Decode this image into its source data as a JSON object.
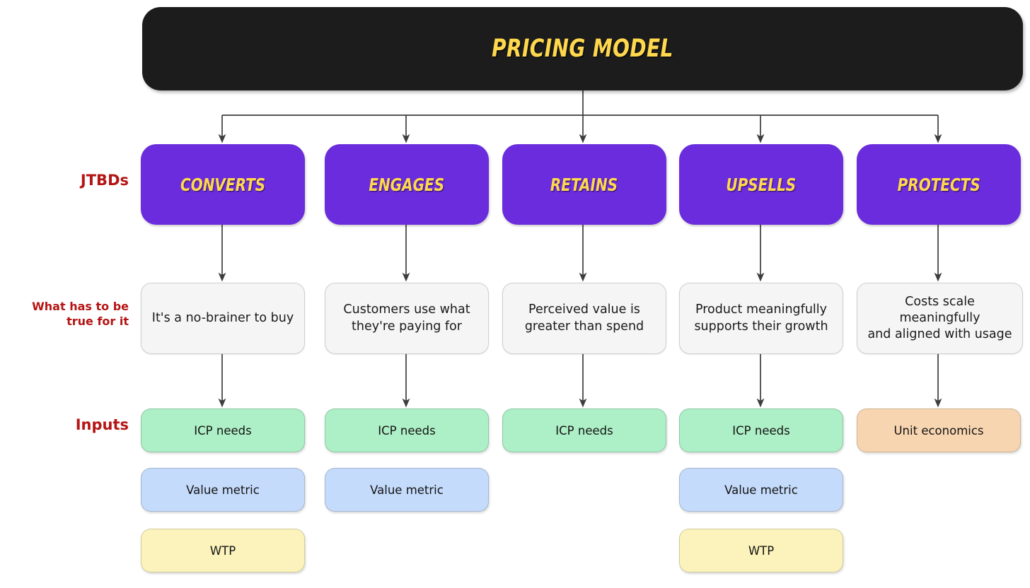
{
  "diagram": {
    "title": "PRICING MODEL",
    "row_labels": {
      "jtbds": "JTBDs",
      "truth": "What has to be\ntrue for it",
      "truth_line1": "What has to be",
      "truth_line2": "true for it",
      "inputs": "Inputs"
    },
    "colors": {
      "title_bg": "#1c1c1c",
      "title_text": "#FFD84D",
      "jtbd_bg": "#6A2CDC",
      "jtbd_text": "#FFD84D",
      "row_label_text": "#B51414",
      "truth_bg": "#F5F5F5",
      "input_green": "#ADEFC6",
      "input_blue": "#C5DBFB",
      "input_yellow": "#FBF3BB",
      "input_peach": "#F7D5B0",
      "connector": "#3d3d3d"
    },
    "columns": [
      {
        "jtbd": "CONVERTS",
        "truth_line1": "It's a no-brainer to buy",
        "truth_line2": "",
        "inputs": [
          {
            "label": "ICP needs",
            "color": "green"
          },
          {
            "label": "Value metric",
            "color": "blue"
          },
          {
            "label": "WTP",
            "color": "yellow"
          }
        ]
      },
      {
        "jtbd": "ENGAGES",
        "truth_line1": "Customers use what",
        "truth_line2": "they're paying for",
        "inputs": [
          {
            "label": "ICP needs",
            "color": "green"
          },
          {
            "label": "Value metric",
            "color": "blue"
          }
        ]
      },
      {
        "jtbd": "RETAINS",
        "truth_line1": "Perceived value is",
        "truth_line2": "greater than spend",
        "inputs": [
          {
            "label": "ICP needs",
            "color": "green"
          }
        ]
      },
      {
        "jtbd": "UPSELLS",
        "truth_line1": "Product meaningfully",
        "truth_line2": "supports their growth",
        "inputs": [
          {
            "label": "ICP needs",
            "color": "green"
          },
          {
            "label": "Value metric",
            "color": "blue"
          },
          {
            "label": "WTP",
            "color": "yellow"
          }
        ]
      },
      {
        "jtbd": "PROTECTS",
        "truth_line1": "Costs scale meaningfully",
        "truth_line2": "and aligned with usage",
        "inputs": [
          {
            "label": "Unit economics",
            "color": "peach"
          }
        ]
      }
    ]
  }
}
